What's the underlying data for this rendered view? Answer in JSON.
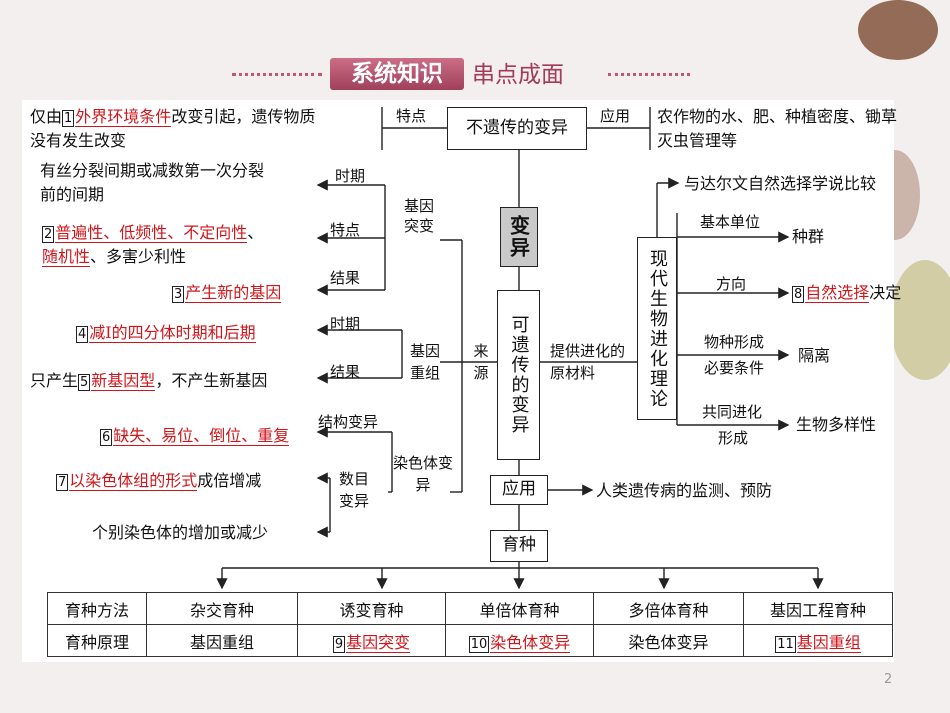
{
  "header": {
    "title": "系统知识",
    "subtitle": "串点成面"
  },
  "center": {
    "main": "变异",
    "nonheritable": "不遗传的变异",
    "heritable": "可遗传的变异",
    "application": "应用",
    "breeding": "育种"
  },
  "nonheritable": {
    "feature_label": "特点",
    "feature_pre": "仅由",
    "feature_num": "1",
    "feature_red": "外界环境条件",
    "feature_post": "改变引起，遗传物质",
    "feature_line2": "没有发生改变",
    "application_label": "应用",
    "application_line1": "农作物的水、肥、种植密度、锄草",
    "application_line2": "灭虫管理等"
  },
  "gene_mutation": {
    "label": "基因突变",
    "period_label": "时期",
    "period_line1": "有丝分裂间期或减数第一次分裂",
    "period_line2": "前的间期",
    "feature_label": "特点",
    "feature_num": "2",
    "feature_red1": "普遍性、低频性、不定向性",
    "feature_sep": "、",
    "feature_red2": "随机性",
    "feature_post": "、多害少利性",
    "result_label": "结果",
    "result_num": "3",
    "result_red": "产生新的基因"
  },
  "recombination": {
    "label": "基因重组",
    "period_label": "时期",
    "period_num": "4",
    "period_red": "减Ⅰ的四分体时期和后期",
    "result_label": "结果",
    "result_pre": "只产生",
    "result_num": "5",
    "result_red": "新基因型",
    "result_post": "，不产生新基因"
  },
  "chromosome": {
    "label": "染色体变异",
    "structure_label": "结构变异",
    "structure_num": "6",
    "structure_red": "缺失、易位、倒位、重复",
    "number_label": "数目变异",
    "number_num": "7",
    "number_red": "以染色体组的形式",
    "number_post": "成倍增减",
    "number_line2": "个别染色体的增加或减少"
  },
  "source_label": "来源",
  "evolution_material": "提供进化的原材料",
  "application_text": "人类遗传病的监测、预防",
  "evolution": {
    "title": "现代生物进化理论",
    "compare": "与达尔文自然选择学说比较",
    "unit_label": "基本单位",
    "unit_value": "种群",
    "direction_label": "方向",
    "direction_num": "8",
    "direction_red": "自然选择",
    "direction_post": "决定",
    "species_label1": "物种形成",
    "species_label2": "必要条件",
    "species_value": "隔离",
    "coevo_label1": "共同进化",
    "coevo_label2": "形成",
    "coevo_value": "生物多样性"
  },
  "breeding_table": {
    "row1": [
      "育种方法",
      "杂交育种",
      "诱变育种",
      "单倍体育种",
      "多倍体育种",
      "基因工程育种"
    ],
    "row2_label": "育种原理",
    "row2_c1": "基因重组",
    "row2_c2_num": "9",
    "row2_c2_red": "基因突变",
    "row2_c3_num": "10",
    "row2_c3_red": "染色体变异",
    "row2_c4": "染色体变异",
    "row2_c5_num": "11",
    "row2_c5_red": "基因重组"
  },
  "page_number": "2"
}
